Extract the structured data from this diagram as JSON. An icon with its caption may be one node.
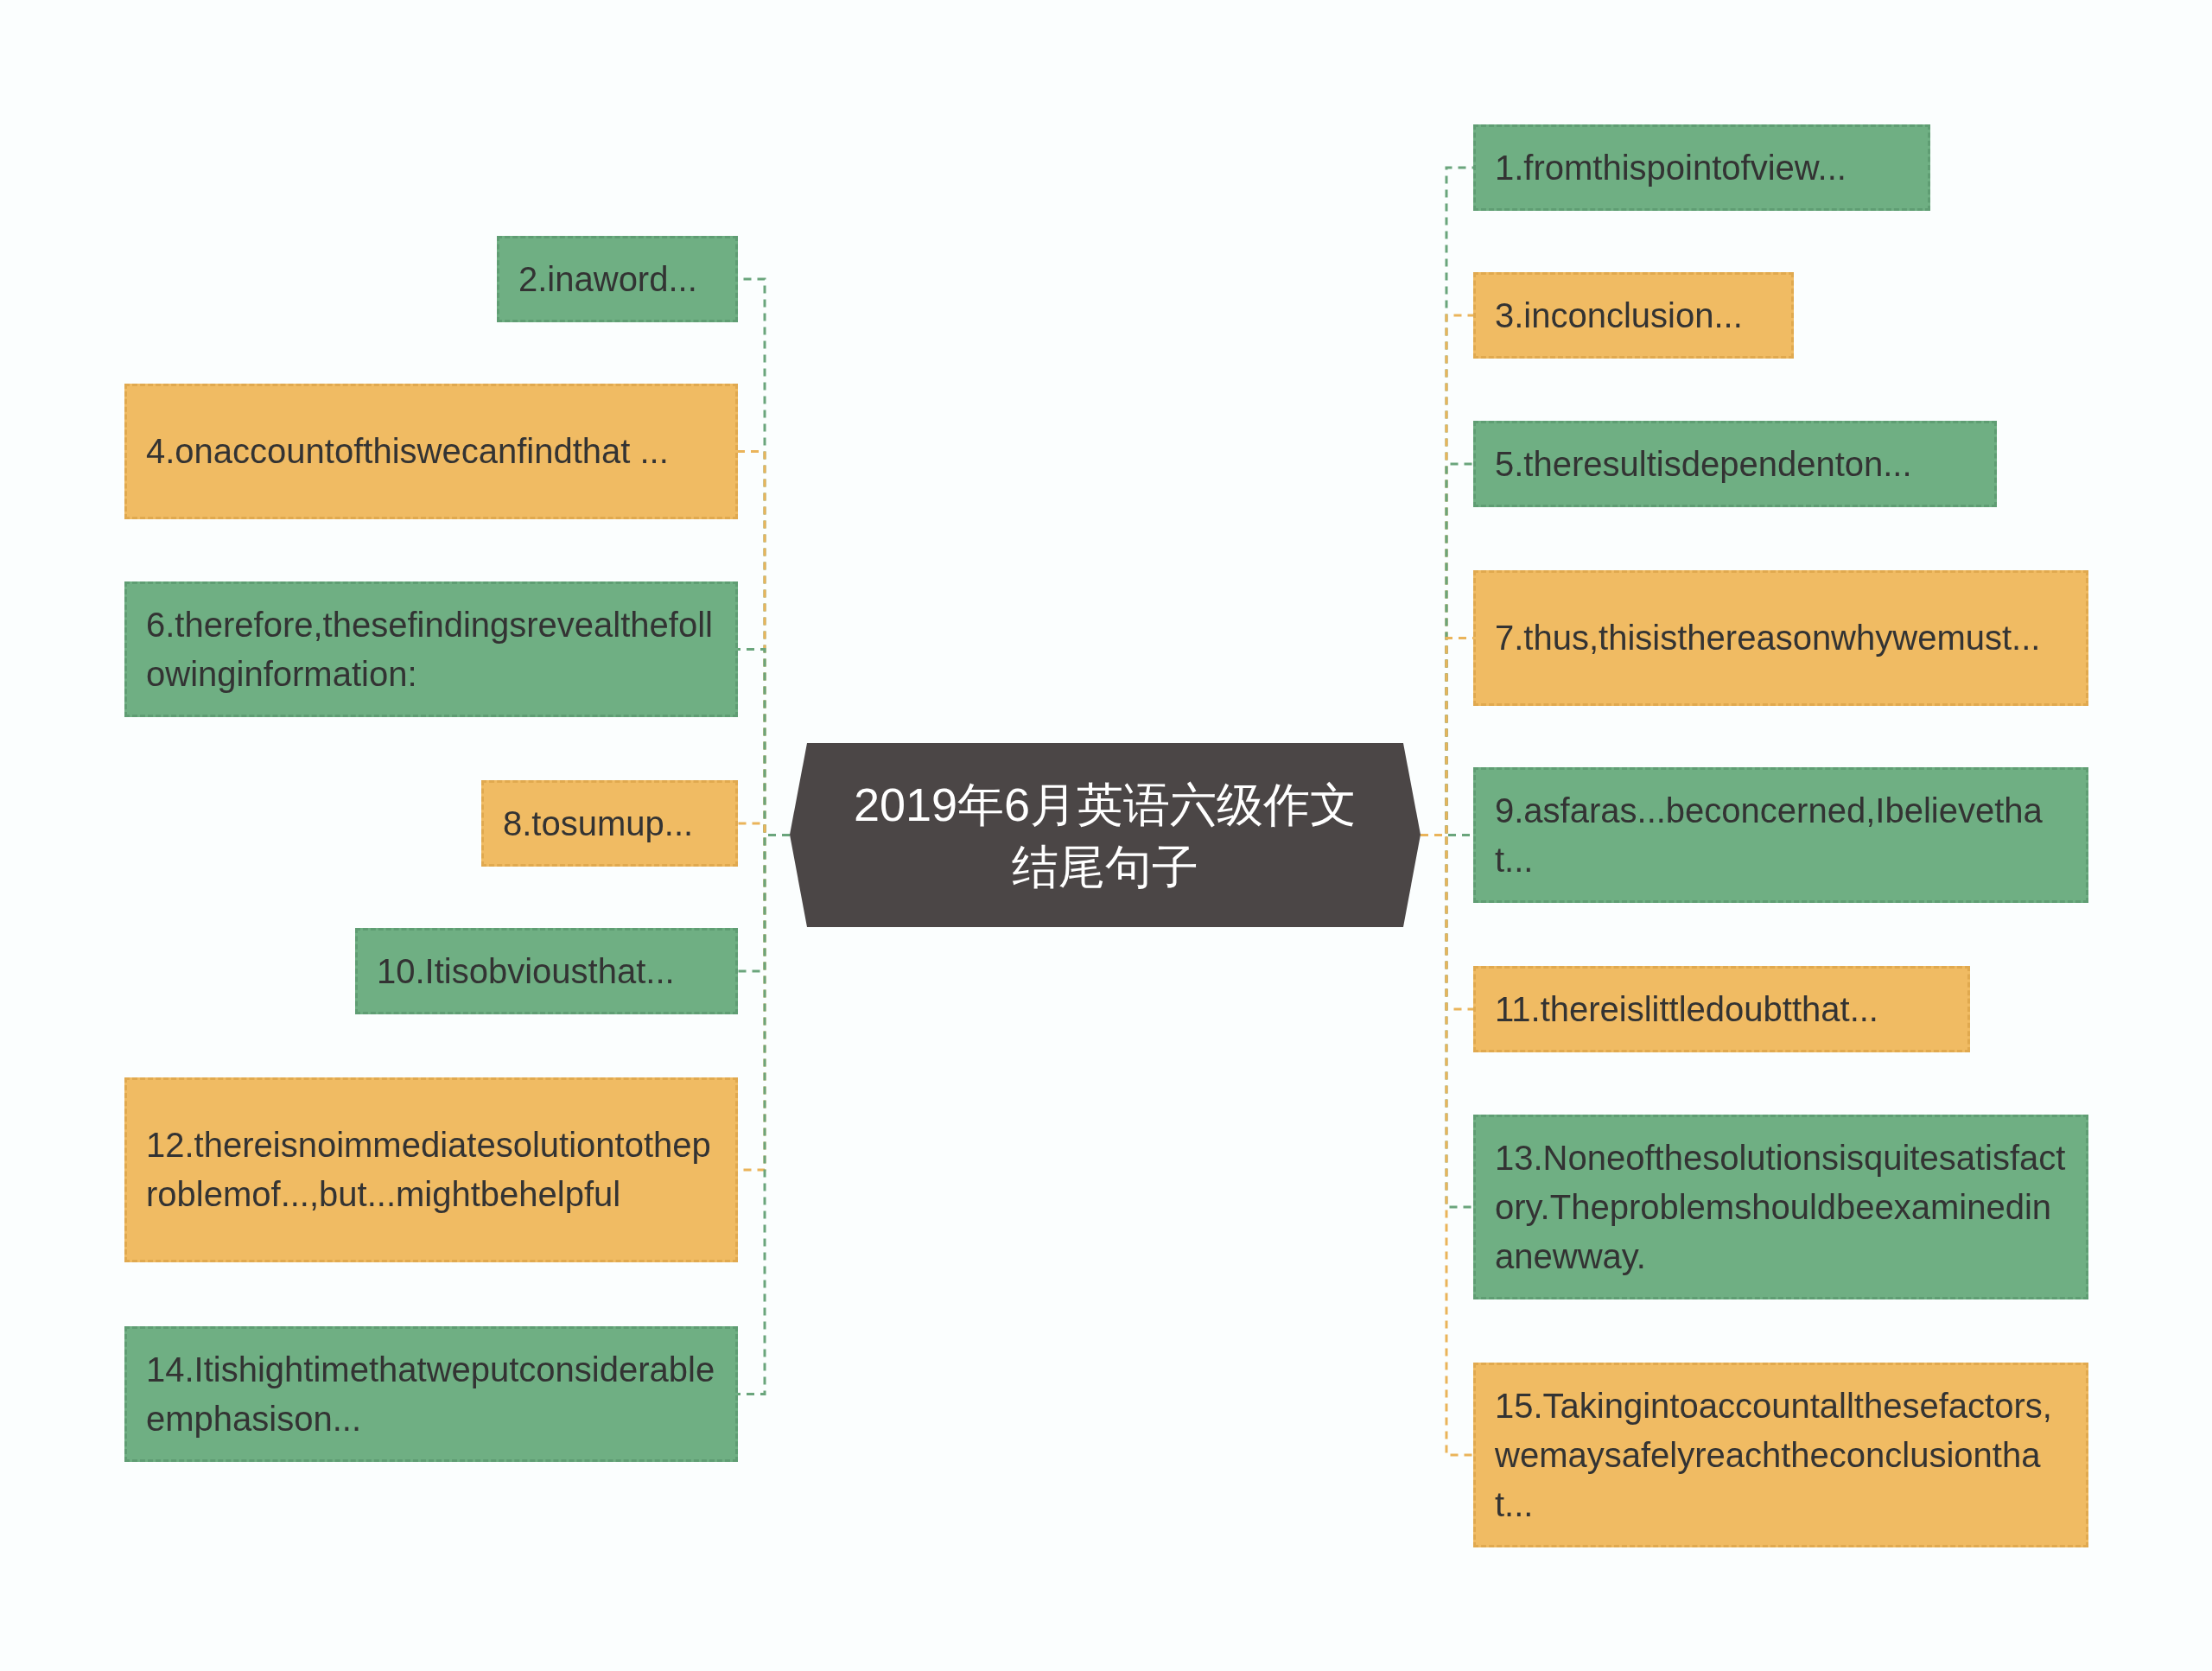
{
  "diagram": {
    "nodes": [
      {
        "text": [
          "2019年6月英语六级作文结尾句子"
        ]
      },
      {
        "text": [
          "1.fromthispointofview..."
        ]
      },
      {
        "text": [
          "2.inaword..."
        ]
      },
      {
        "text": [
          "3.inconclusion..."
        ]
      },
      {
        "text": [
          "4.onaccountofthiswecanfindthat ..."
        ]
      },
      {
        "text": [
          "5.theresultisdependenton..."
        ]
      },
      {
        "text": [
          "6.therefore,thesefindingsrevealthefollowinginformation:"
        ]
      },
      {
        "text": [
          "7.thus,thisisthereasonwhywemust..."
        ]
      },
      {
        "text": [
          "8.tosumup..."
        ]
      },
      {
        "text": [
          "9.asfaras...beconcerned,Ibelievethat..."
        ]
      },
      {
        "text": [
          "10.Itisobviousthat..."
        ]
      },
      {
        "text": [
          "11.thereislittledoubtthat..."
        ]
      },
      {
        "text": [
          "12.thereisnoimmediatesolutiontotheproblemof...,but...mightbehelpful"
        ]
      },
      {
        "text": [
          "13.Noneofthesolutionsisquitesatisfactory.Theproblemshouldbeexaminedinanewway."
        ]
      },
      {
        "text": [
          "14.Itishightimethatweputconsiderableemphasison..."
        ]
      },
      {
        "text": [
          "15.Takingintoaccountallthesefactors,wemaysafelyreachtheconclusionthat..."
        ]
      }
    ],
    "edges": [
      {
        "from": 0,
        "to": 1,
        "arrow": "none"
      },
      {
        "from": 0,
        "to": 2,
        "arrow": "none"
      },
      {
        "from": 0,
        "to": 3,
        "arrow": "none",
        "color": "#eab45a"
      },
      {
        "from": 0,
        "to": 4,
        "arrow": "none",
        "color": "#eab45a"
      },
      {
        "from": 0,
        "to": 5,
        "arrow": "none"
      },
      {
        "from": 0,
        "to": 6,
        "arrow": "none"
      },
      {
        "from": 0,
        "to": 7,
        "arrow": "none",
        "color": "#eab45a"
      },
      {
        "from": 0,
        "to": 8,
        "arrow": "none",
        "color": "#eab45a"
      },
      {
        "from": 0,
        "to": 9,
        "arrow": "none"
      },
      {
        "from": 0,
        "to": 10,
        "arrow": "none"
      },
      {
        "from": 0,
        "to": 11,
        "arrow": "none",
        "color": "#eab45a"
      },
      {
        "from": 0,
        "to": 12,
        "arrow": "none",
        "color": "#eab45a"
      },
      {
        "from": 0,
        "to": 13,
        "arrow": "none"
      },
      {
        "from": 0,
        "to": 14,
        "arrow": "none"
      },
      {
        "from": 0,
        "to": 15,
        "arrow": "none",
        "color": "#eab45a"
      }
    ]
  }
}
